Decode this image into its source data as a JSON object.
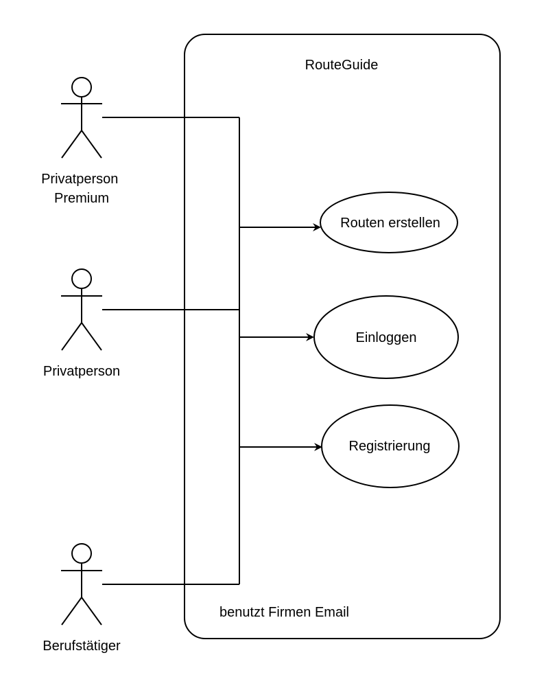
{
  "system": {
    "title": "RouteGuide",
    "note": "benutzt Firmen Email"
  },
  "actors": [
    {
      "label_lines": [
        "Privatperson",
        "Premium"
      ]
    },
    {
      "label_lines": [
        "Privatperson"
      ]
    },
    {
      "label_lines": [
        "Berufstätiger"
      ]
    }
  ],
  "use_cases": [
    {
      "label": "Routen erstellen"
    },
    {
      "label": "Einloggen"
    },
    {
      "label": "Registrierung"
    }
  ]
}
